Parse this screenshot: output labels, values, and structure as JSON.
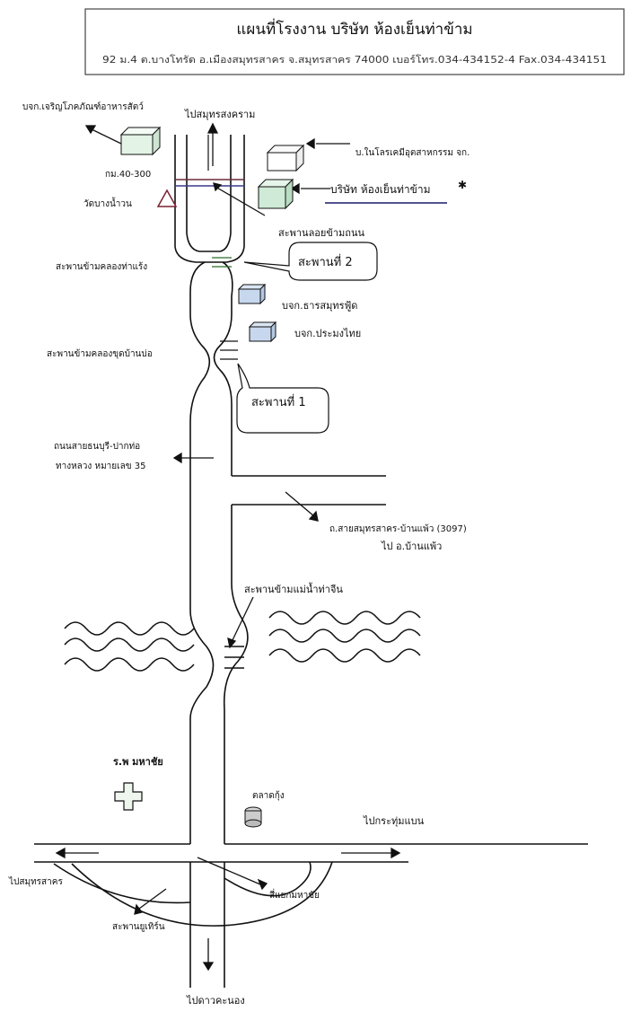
{
  "header": {
    "title": "แผนที่โรงงาน บริษัท ห้องเย็นท่าข้าม",
    "address": "92 ม.4 ต.บางโทรัด อ.เมืองสมุทรสาคร จ.สมุทรสาคร 74000 เบอร์โทร.034-434152-4 Fax.034-434151"
  },
  "labels": {
    "company_nw": "บจก.เจริญโภคภัณฑ์อาหารสัตว์",
    "to_north": "ไปสมุทรสงคราม",
    "km_marker": "กม.40-300",
    "temple": "วัดบางน้ำวน",
    "neighbor_company": "บ.ในโลรเคมีอุตสาหกรรม จก.",
    "target_company": "บริษัท ห้องเย็นท่าข้าม",
    "overpass": "สะพานลอยข้ามถนน",
    "bridge_canal_1": "สะพานข้ามคลองท่าแร้ง",
    "bridge2_callout": "สะพานที่ 2",
    "company_seafood": "บจก.ธารสมุทรฟู้ด",
    "company_pramong": "บจก.ประมงไทย",
    "bridge_canal_2": "สะพานข้ามคลองขุดบ้านบ่อ",
    "bridge1_callout": "สะพานที่ 1",
    "road_thonburi_1": "ถนนสายธนบุรี-ปากท่อ",
    "road_thonburi_2": "ทางหลวง หมายเลข 35",
    "road_banphaeo": "ถ.สายสมุทรสาคร-บ้านแพ้ว (3097)",
    "to_banphaeo": "ไป อ.บ้านแพ้ว",
    "bridge_river": "สะพานข้ามแม่น้ำท่าจีน",
    "hospital": "ร.พ มหาชัย",
    "market": "ตลาดกุ้ง",
    "to_krathum_baen": "ไปกระทุ่มแบน",
    "to_samut_sakhon": "ไปสมุทรสาคร",
    "mahachai_intersection": "สี่แยกมหาชัย",
    "ekachai_bridge": "สะพานยูเทิร์น",
    "to_south": "ไปดาวคะนอง"
  }
}
